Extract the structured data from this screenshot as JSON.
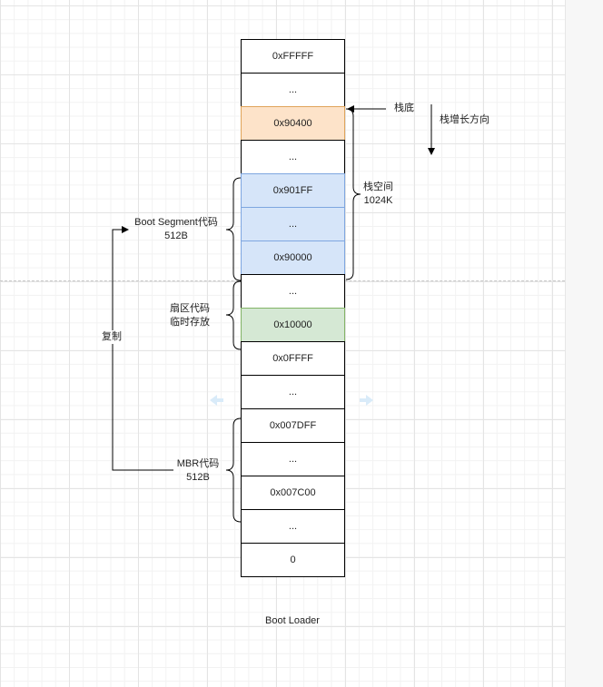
{
  "memory_cells": [
    {
      "label": "0xFFFFF",
      "color": "white"
    },
    {
      "label": "...",
      "color": "white"
    },
    {
      "label": "0x90400",
      "color": "orange"
    },
    {
      "label": "...",
      "color": "white"
    },
    {
      "label": "0x901FF",
      "color": "blue"
    },
    {
      "label": "...",
      "color": "blue"
    },
    {
      "label": "0x90000",
      "color": "blue"
    },
    {
      "label": "...",
      "color": "white"
    },
    {
      "label": "0x10000",
      "color": "green"
    },
    {
      "label": "0x0FFFF",
      "color": "white"
    },
    {
      "label": "...",
      "color": "white"
    },
    {
      "label": "0x007DFF",
      "color": "white"
    },
    {
      "label": "...",
      "color": "white"
    },
    {
      "label": "0x007C00",
      "color": "white"
    },
    {
      "label": "...",
      "color": "white"
    },
    {
      "label": "0",
      "color": "white"
    }
  ],
  "labels": {
    "stack_bottom": "栈底",
    "stack_growth": "栈增长方向",
    "stack_space_line1": "栈空间",
    "stack_space_line2": "1024K",
    "boot_segment_line1": "Boot Segment代码",
    "boot_segment_line2": "512B",
    "sector_line1": "扇区代码",
    "sector_line2": "临时存放",
    "copy": "复制",
    "mbr_line1": "MBR代码",
    "mbr_line2": "512B",
    "caption": "Boot Loader"
  },
  "colors": {
    "orange_fill": "#fde3c9",
    "blue_fill": "#d6e5f9",
    "green_fill": "#d5e8d4"
  }
}
